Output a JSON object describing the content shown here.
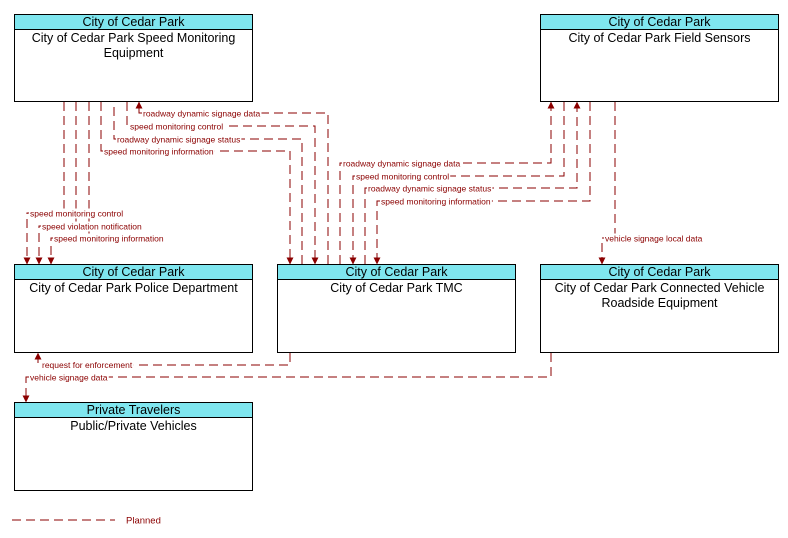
{
  "nodes": {
    "speed_equipment": {
      "header": "City of Cedar Park",
      "name": "City of Cedar Park Speed Monitoring Equipment"
    },
    "field_sensors": {
      "header": "City of Cedar Park",
      "name": "City of Cedar Park Field Sensors"
    },
    "police": {
      "header": "City of Cedar Park",
      "name": "City of Cedar Park Police Department"
    },
    "tmc": {
      "header": "City of Cedar Park",
      "name": "City of Cedar Park TMC"
    },
    "cv_roadside": {
      "header": "City of Cedar Park",
      "name": "City of Cedar Park Connected Vehicle Roadside Equipment"
    },
    "vehicles": {
      "header": "Private Travelers",
      "name": "Public/Private Vehicles"
    }
  },
  "flows": {
    "speq_tmc_signage_data": "roadway dynamic signage data",
    "speq_tmc_control": "speed monitoring control",
    "speq_tmc_signage_status": "roadway dynamic signage status",
    "speq_tmc_information": "speed monitoring information",
    "fs_tmc_signage_data": "roadway dynamic signage data",
    "fs_tmc_control": "speed monitoring control",
    "fs_tmc_signage_status": "roadway dynamic signage status",
    "fs_tmc_information": "speed monitoring information",
    "speq_police_control": "speed monitoring control",
    "speq_police_violation": "speed violation notification",
    "speq_police_information": "speed monitoring information",
    "fs_cv_local": "vehicle signage local data",
    "tmc_police_enforcement": "request for enforcement",
    "cv_vehicles_signage": "vehicle signage data"
  },
  "legend": {
    "planned_label": "Planned"
  },
  "colors": {
    "planned_line": "#8b0000",
    "header_fill": "#7fe6ef"
  }
}
